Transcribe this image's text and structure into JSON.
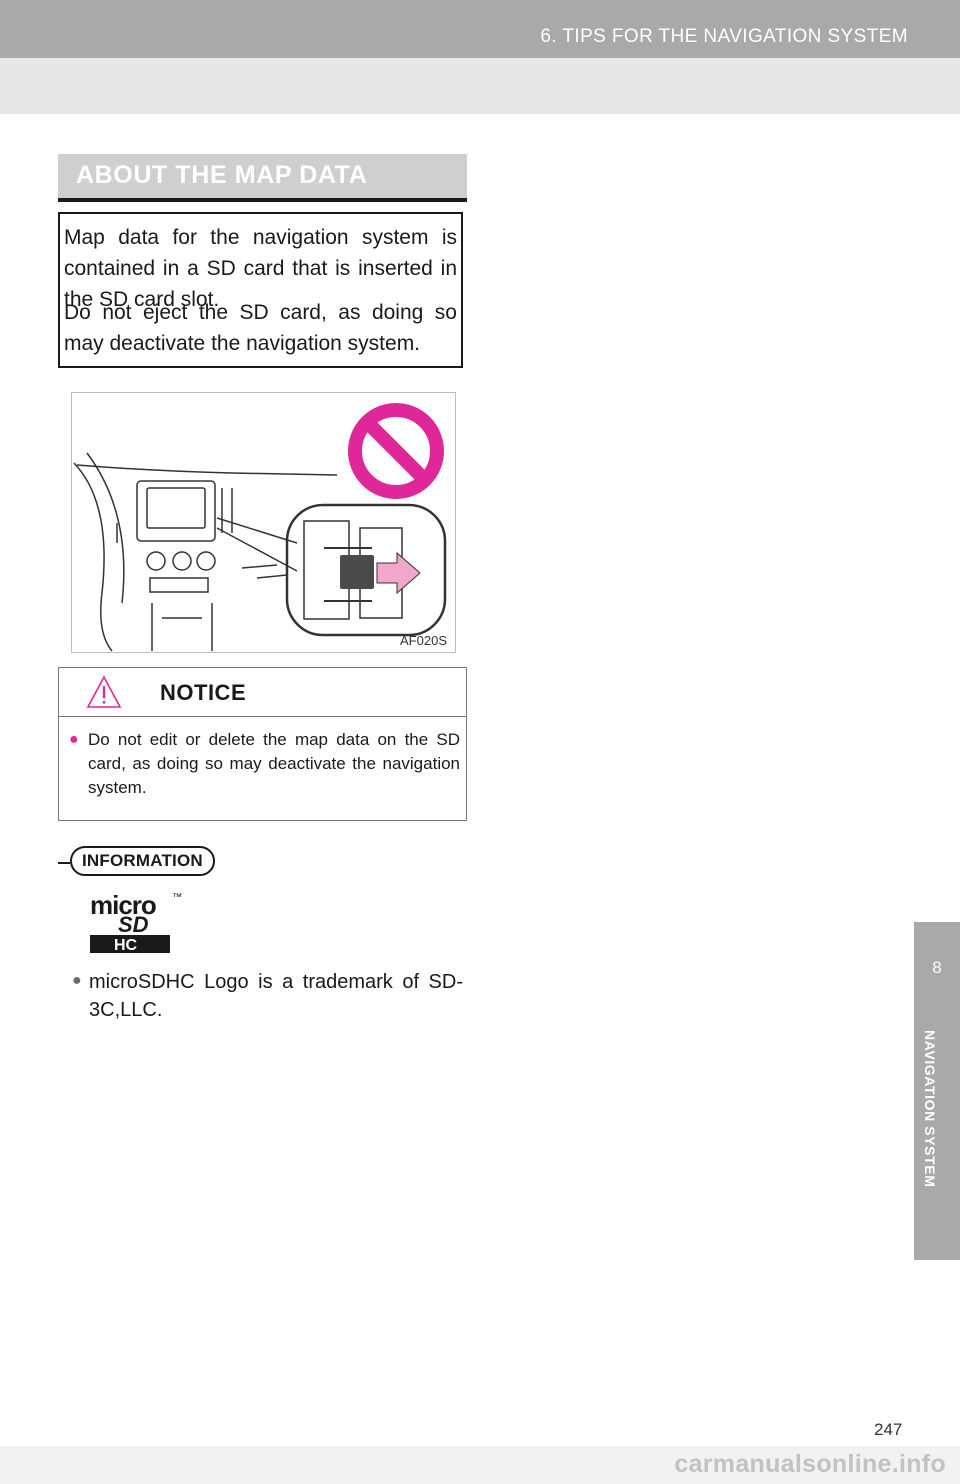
{
  "header": {
    "section_title": "6. TIPS FOR THE NAVIGATION SYSTEM"
  },
  "section": {
    "heading": "ABOUT THE MAP DATA"
  },
  "intro": {
    "paragraph1": "Map data for the navigation system is contained in a SD card that is inserted in the SD card slot.",
    "paragraph2": "Do not eject the SD card, as doing so may deactivate the navigation system."
  },
  "illustration": {
    "code": "AF020S"
  },
  "notice": {
    "label": "NOTICE",
    "bullet": "●",
    "text": "Do not edit or delete the map data on the SD card, as doing so may deactivate the navigation system."
  },
  "information": {
    "label": "INFORMATION",
    "logo_text": "microSDHC",
    "logo_tm": "™",
    "bullet": "●",
    "text": "microSDHC Logo is a trademark of SD-3C,LLC."
  },
  "side_tab": {
    "chapter_number": "8",
    "chapter_label": "NAVIGATION SYSTEM"
  },
  "page_number": "247",
  "watermark": "carmanualsonline.info",
  "colors": {
    "accent_pink": "#e0279a",
    "tab_gray": "#a9a9a9"
  }
}
